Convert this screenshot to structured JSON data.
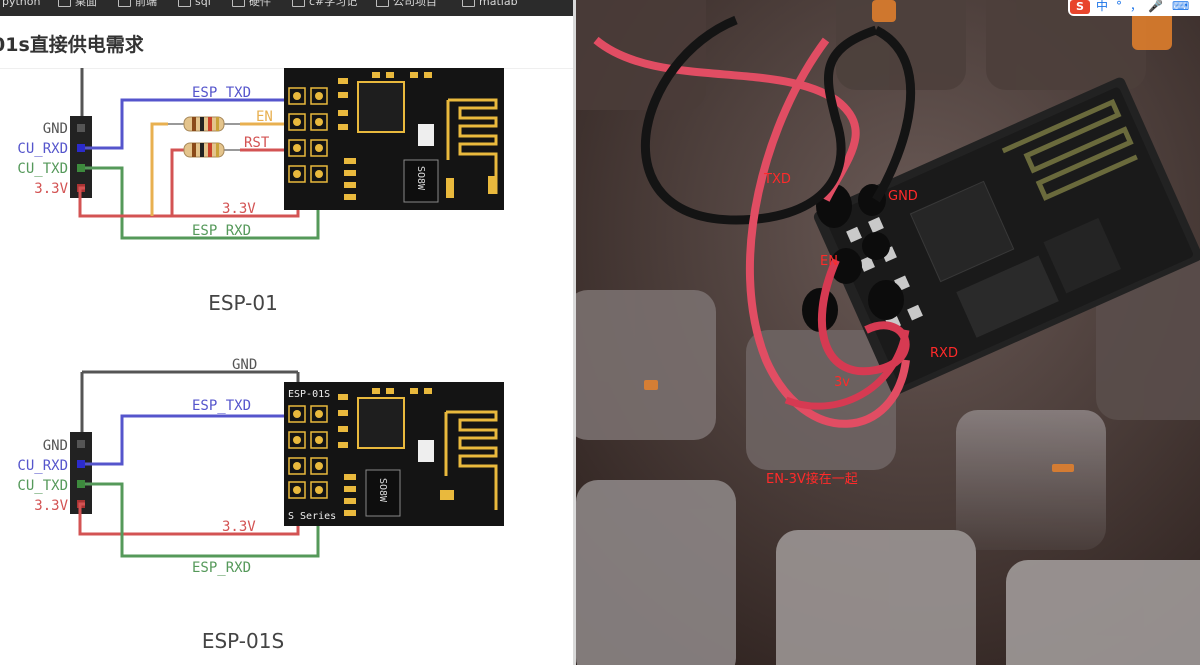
{
  "bookmarks": [
    {
      "label": "python"
    },
    {
      "label": "桌面"
    },
    {
      "label": "前端"
    },
    {
      "label": "sql"
    },
    {
      "label": "硬件"
    },
    {
      "label": "c#学习记"
    },
    {
      "label": "公司项目"
    },
    {
      "label": "matlab"
    }
  ],
  "page": {
    "title": "01s直接供电需求"
  },
  "diagram_esp01": {
    "caption": "ESP-01",
    "header_pins": [
      "GND",
      "CU_RXD",
      "CU_TXD",
      "3.3V"
    ],
    "wire_labels": {
      "tx": "ESP_TXD",
      "en": "EN",
      "rst": "RST",
      "v33": "3.3V",
      "rx": "ESP_RXD"
    },
    "chip_label": "SO8W"
  },
  "diagram_esp01s": {
    "caption": "ESP-01S",
    "header_pins": [
      "GND",
      "CU_RXD",
      "CU_TXD",
      "3.3V"
    ],
    "wire_labels": {
      "gnd": "GND",
      "tx": "ESP_TXD",
      "v33": "3.3V",
      "rx": "ESP_RXD"
    },
    "board_label": "ESP-01S",
    "board_footer": "S Series",
    "chip_label": "SO8W"
  },
  "photo": {
    "labels": {
      "txd": "TXD",
      "gnd": "GND",
      "en": "EN",
      "rxd": "RXD",
      "v3": "3v",
      "note": "EN-3V接在一起"
    }
  },
  "ime": {
    "logo": "S",
    "items": [
      "中",
      "°",
      "，",
      "🎤",
      "⌨"
    ]
  },
  "colors": {
    "wire_txd": "#5555cc",
    "wire_rxd": "#55995a",
    "wire_33v": "#d35353",
    "wire_gnd": "#555555",
    "wire_en": "#e8b050",
    "label_red": "#ff2a2a",
    "board": "#141414",
    "gold": "#e9b93d"
  }
}
